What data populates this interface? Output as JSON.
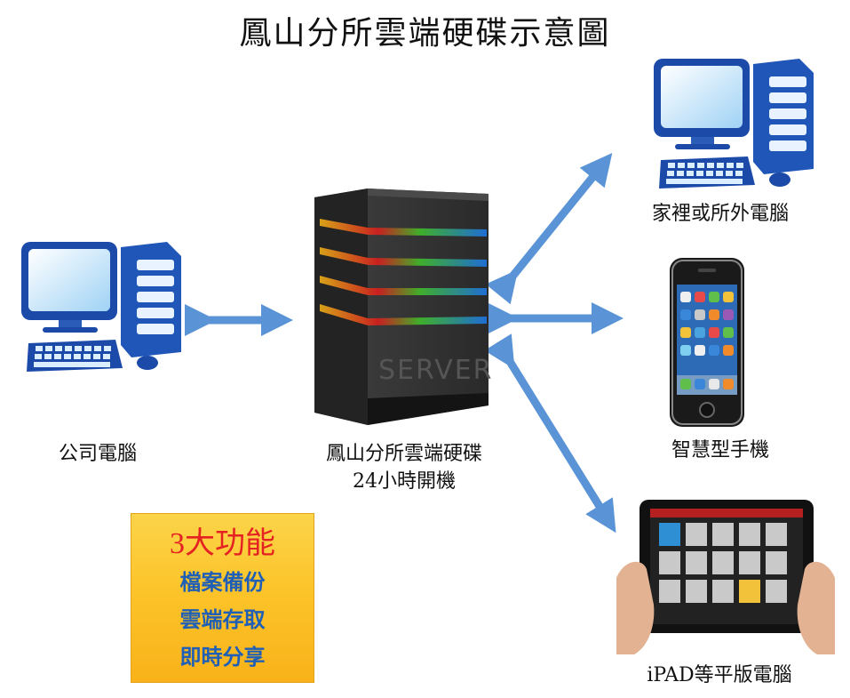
{
  "title": "鳳山分所雲端硬碟示意圖",
  "server": {
    "label_line1": "鳳山分所雲端硬碟",
    "label_line2": "24小時開機",
    "engraving": "SERVER"
  },
  "devices": {
    "office_pc": "公司電腦",
    "home_pc": "家裡或所外電腦",
    "smartphone": "智慧型手機",
    "tablet": "iPAD等平版電腦"
  },
  "features": {
    "title": "3大功能",
    "items": [
      "檔案備份",
      "雲端存取",
      "即時分享"
    ]
  },
  "colors": {
    "arrow": "#5a94d6",
    "arrow_stroke": "#3f74b3",
    "feature_title": "#e52222",
    "feature_item": "#1f5fb5",
    "box_fill": "#fcc42a"
  }
}
